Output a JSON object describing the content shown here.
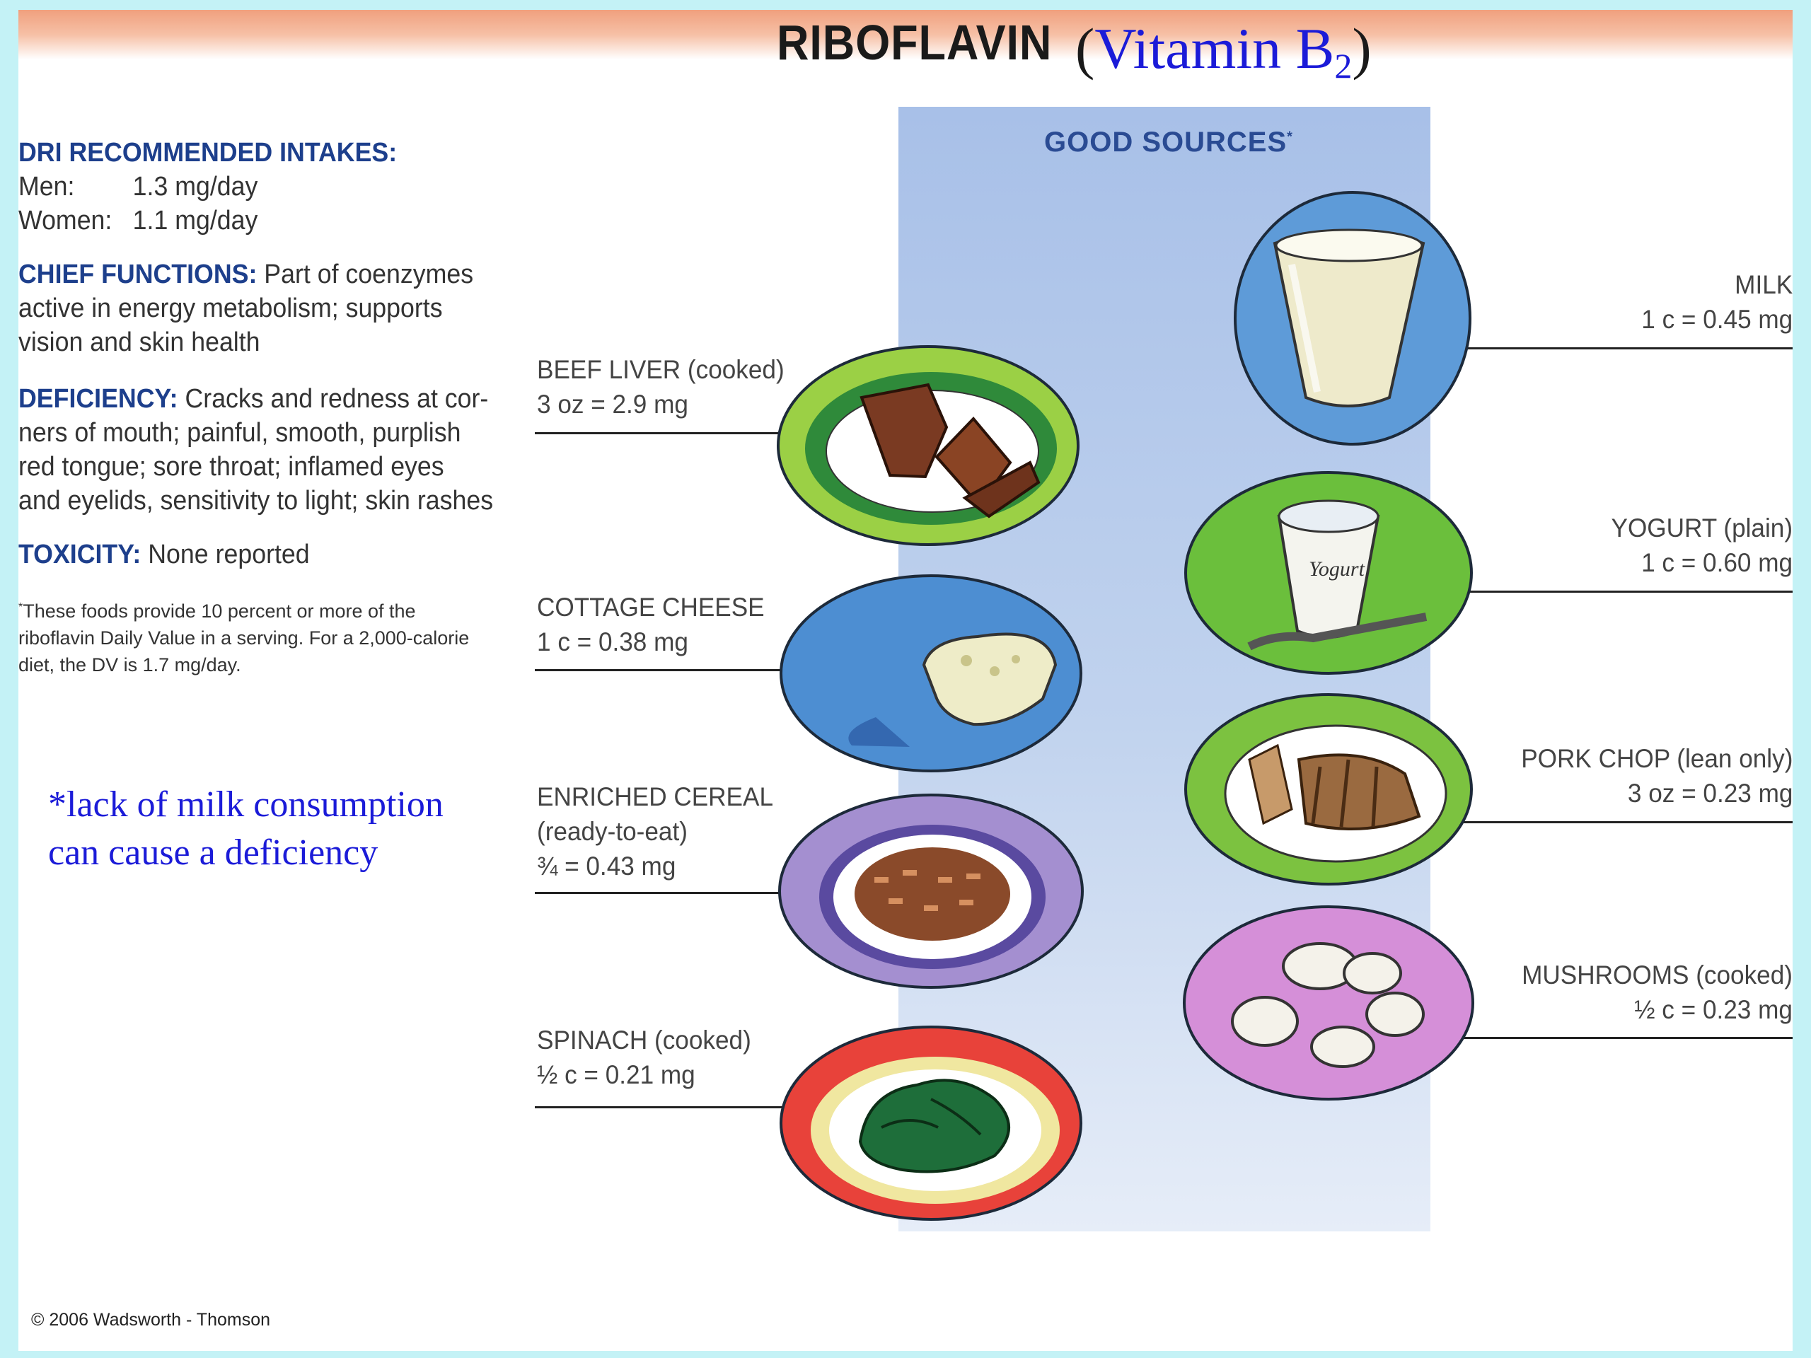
{
  "title": {
    "main": "RIBOFLAVIN",
    "open_paren": "(",
    "vitamin": "Vitamin B",
    "subscript": "2",
    "close_paren": ")"
  },
  "dri": {
    "heading": "DRI RECOMMENDED INTAKES:",
    "men_label": "Men:",
    "men_value": "1.3 mg/day",
    "women_label": "Women:",
    "women_value": "1.1 mg/day"
  },
  "functions": {
    "heading": "CHIEF FUNCTIONS:",
    "line1": "Part of coenzymes",
    "line2": "active in energy metabolism; supports",
    "line3": "vision and skin health"
  },
  "deficiency": {
    "heading": "DEFICIENCY:",
    "line1": "Cracks and redness at cor-",
    "line2": "ners of mouth; painful, smooth, purplish",
    "line3": "red tongue; sore throat; inflamed eyes",
    "line4": "and eyelids, sensitivity to light; skin rashes"
  },
  "toxicity": {
    "heading": "TOXICITY:",
    "text": "None reported"
  },
  "footnote": {
    "mark": "*",
    "line1": "These foods provide 10 percent or more of the",
    "line2": "riboflavin Daily Value in a serving. For a 2,000-calorie",
    "line3": "diet, the DV is 1.7 mg/day."
  },
  "note": {
    "line1": "*lack of milk consumption",
    "line2": "can cause a deficiency"
  },
  "good_sources": {
    "title": "GOOD SOURCES",
    "mark": "*"
  },
  "foods_left": [
    {
      "name": "BEEF LIVER (cooked)",
      "amount": "3 oz = 2.9 mg"
    },
    {
      "name": "COTTAGE CHEESE",
      "amount": "1 c = 0.38 mg"
    },
    {
      "name": "ENRICHED CEREAL",
      "detail": "(ready-to-eat)",
      "amount": "¾ = 0.43 mg"
    },
    {
      "name": "SPINACH (cooked)",
      "amount": "½ c = 0.21 mg"
    }
  ],
  "foods_right": [
    {
      "name": "MILK",
      "amount": "1 c = 0.45 mg"
    },
    {
      "name": "YOGURT (plain)",
      "amount": "1 c = 0.60 mg"
    },
    {
      "name": "PORK CHOP (lean only)",
      "amount": "3 oz = 0.23 mg"
    },
    {
      "name": "MUSHROOMS (cooked)",
      "amount": "½ c = 0.23 mg"
    }
  ],
  "yogurt_cup_text": "Yogurt",
  "copyright": "© 2006 Wadsworth - Thomson",
  "colors": {
    "frame": "#c4f2f6",
    "heading_blue": "#1d3f8c",
    "title_blue": "#1b1bd8",
    "column_blue": "#a8c0e8"
  }
}
